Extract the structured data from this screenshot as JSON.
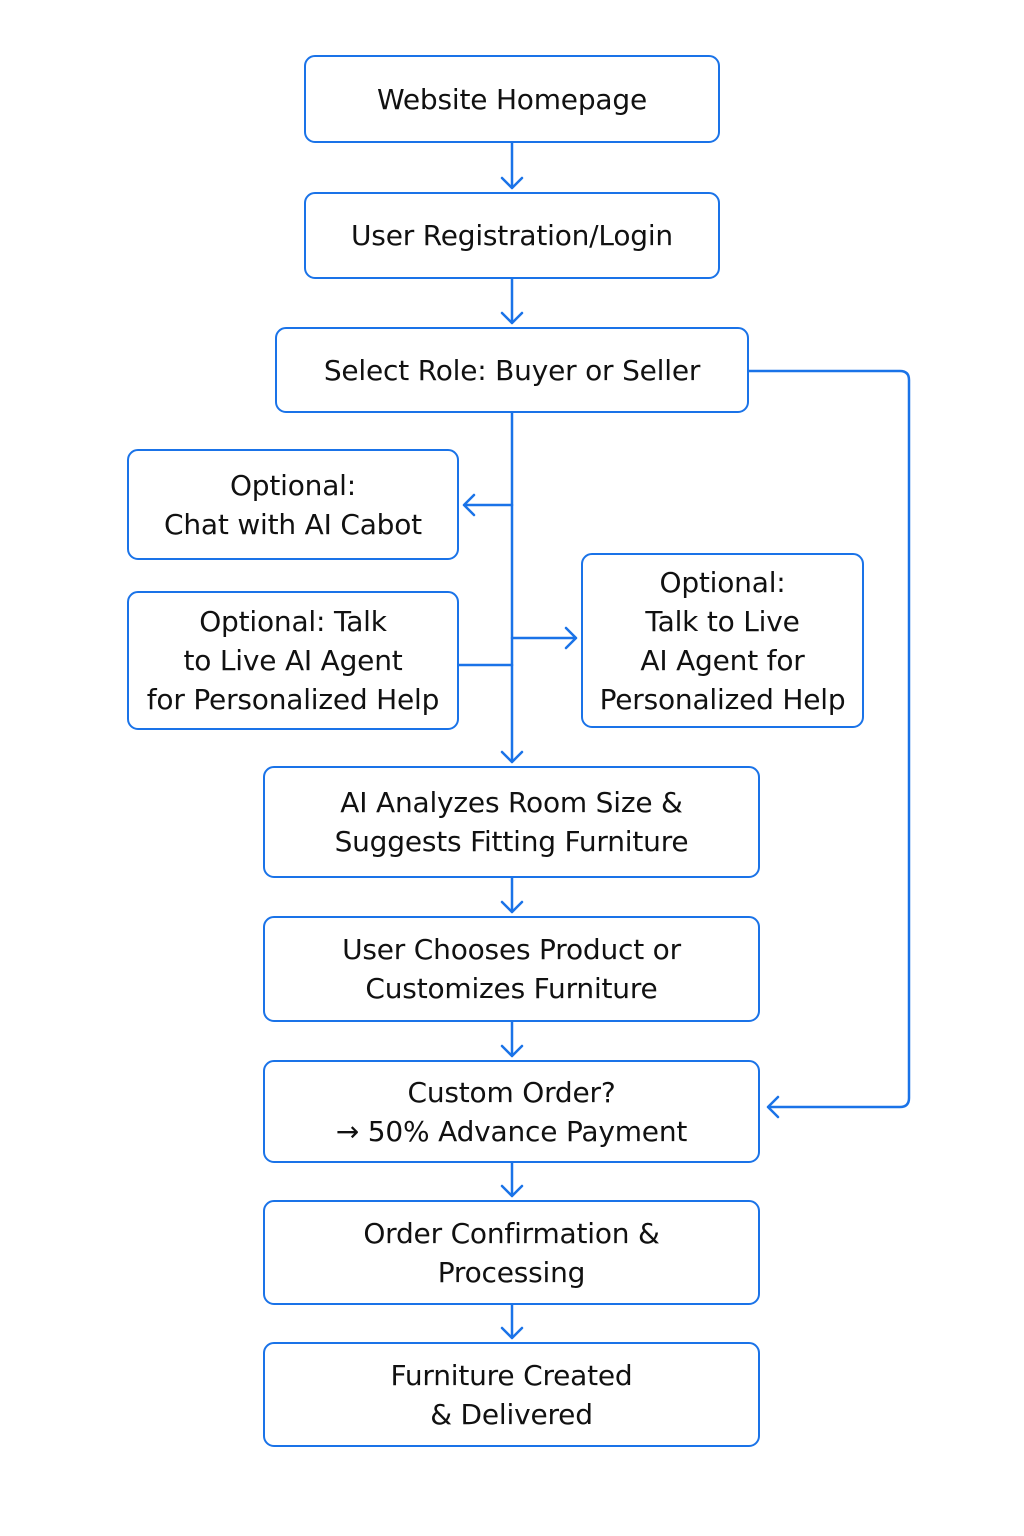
{
  "diagram": {
    "accent_color": "#1a73e8",
    "nodes": {
      "homepage": {
        "label": "Website Homepage"
      },
      "login": {
        "label": "User Registration/Login"
      },
      "select_role": {
        "label": "Select Role: Buyer or Seller"
      },
      "chat_cabot": {
        "label": "Optional:\nChat with AI Cabot"
      },
      "live_agent_left": {
        "label": "Optional: Talk\nto Live AI Agent\nfor Personalized Help"
      },
      "live_agent_right": {
        "label": "Optional:\nTalk to Live\nAI Agent for\nPersonalized Help"
      },
      "ai_analyzes": {
        "label": "AI Analyzes Room Size &\nSuggests Fitting Furniture"
      },
      "user_chooses": {
        "label": "User Chooses Product or\nCustomizes Furniture"
      },
      "custom_order": {
        "label": "Custom Order?\n→ 50% Advance Payment"
      },
      "order_confirmation": {
        "label": "Order Confirmation &\nProcessing"
      },
      "delivered": {
        "label": "Furniture Created\n& Delivered"
      }
    }
  }
}
